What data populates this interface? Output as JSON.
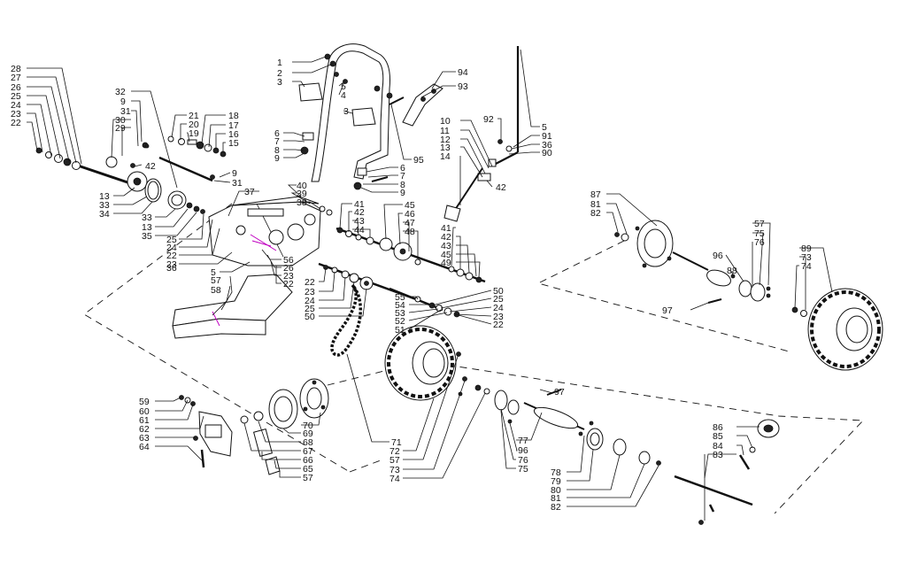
{
  "diagram": {
    "callouts": [
      {
        "id": "c28a",
        "t": "28"
      },
      {
        "id": "c27a",
        "t": "27"
      },
      {
        "id": "c26a",
        "t": "26"
      },
      {
        "id": "c25a",
        "t": "25"
      },
      {
        "id": "c24a",
        "t": "24"
      },
      {
        "id": "c23a",
        "t": "23"
      },
      {
        "id": "c22a",
        "t": "22"
      },
      {
        "id": "c32",
        "t": "32"
      },
      {
        "id": "c9a",
        "t": "9"
      },
      {
        "id": "c31a",
        "t": "31"
      },
      {
        "id": "c30",
        "t": "30"
      },
      {
        "id": "c29",
        "t": "29"
      },
      {
        "id": "c21",
        "t": "21"
      },
      {
        "id": "c20",
        "t": "20"
      },
      {
        "id": "c19",
        "t": "19"
      },
      {
        "id": "c18",
        "t": "18"
      },
      {
        "id": "c17",
        "t": "17"
      },
      {
        "id": "c16",
        "t": "16"
      },
      {
        "id": "c15",
        "t": "15"
      },
      {
        "id": "c42a",
        "t": "42"
      },
      {
        "id": "c13a",
        "t": "13"
      },
      {
        "id": "c33a",
        "t": "33"
      },
      {
        "id": "c34",
        "t": "34"
      },
      {
        "id": "c33b",
        "t": "33"
      },
      {
        "id": "c13b",
        "t": "13"
      },
      {
        "id": "c35",
        "t": "35"
      },
      {
        "id": "c25b",
        "t": "25"
      },
      {
        "id": "c24b",
        "t": "24"
      },
      {
        "id": "c22b",
        "t": "22"
      },
      {
        "id": "c23b",
        "t": "23"
      },
      {
        "id": "c36a",
        "t": "36"
      },
      {
        "id": "c9b",
        "t": "9"
      },
      {
        "id": "c31b",
        "t": "31"
      },
      {
        "id": "c37",
        "t": "37"
      },
      {
        "id": "c40",
        "t": "40"
      },
      {
        "id": "c39",
        "t": "39"
      },
      {
        "id": "c38",
        "t": "38"
      },
      {
        "id": "c5a",
        "t": "5"
      },
      {
        "id": "c56",
        "t": "56"
      },
      {
        "id": "c26b",
        "t": "26"
      },
      {
        "id": "c23c",
        "t": "23"
      },
      {
        "id": "c22c",
        "t": "22"
      },
      {
        "id": "c57a",
        "t": "57"
      },
      {
        "id": "c58",
        "t": "58"
      },
      {
        "id": "c1",
        "t": "1"
      },
      {
        "id": "c2",
        "t": "2"
      },
      {
        "id": "c3a",
        "t": "3"
      },
      {
        "id": "c5b",
        "t": "5"
      },
      {
        "id": "c4",
        "t": "4"
      },
      {
        "id": "c3b",
        "t": "3"
      },
      {
        "id": "c6a",
        "t": "6"
      },
      {
        "id": "c7a",
        "t": "7"
      },
      {
        "id": "c8a",
        "t": "8"
      },
      {
        "id": "c9c",
        "t": "9"
      },
      {
        "id": "c95",
        "t": "95"
      },
      {
        "id": "c6b",
        "t": "6"
      },
      {
        "id": "c7b",
        "t": "7"
      },
      {
        "id": "c8b",
        "t": "8"
      },
      {
        "id": "c9d",
        "t": "9"
      },
      {
        "id": "c94",
        "t": "94"
      },
      {
        "id": "c93",
        "t": "93"
      },
      {
        "id": "c10",
        "t": "10"
      },
      {
        "id": "c11",
        "t": "11"
      },
      {
        "id": "c12",
        "t": "12"
      },
      {
        "id": "c13c",
        "t": "13"
      },
      {
        "id": "c14",
        "t": "14"
      },
      {
        "id": "c92",
        "t": "92"
      },
      {
        "id": "c5c",
        "t": "5"
      },
      {
        "id": "c91",
        "t": "91"
      },
      {
        "id": "c36b",
        "t": "36"
      },
      {
        "id": "c90",
        "t": "90"
      },
      {
        "id": "c42b",
        "t": "42"
      },
      {
        "id": "c41a",
        "t": "41"
      },
      {
        "id": "c42c",
        "t": "42"
      },
      {
        "id": "c43a",
        "t": "43"
      },
      {
        "id": "c44",
        "t": "44"
      },
      {
        "id": "c45a",
        "t": "45"
      },
      {
        "id": "c46",
        "t": "46"
      },
      {
        "id": "c47",
        "t": "47"
      },
      {
        "id": "c48",
        "t": "48"
      },
      {
        "id": "c41b",
        "t": "41"
      },
      {
        "id": "c42d",
        "t": "42"
      },
      {
        "id": "c43b",
        "t": "43"
      },
      {
        "id": "c45b",
        "t": "45"
      },
      {
        "id": "c49",
        "t": "49"
      },
      {
        "id": "c22d",
        "t": "22"
      },
      {
        "id": "c23d",
        "t": "23"
      },
      {
        "id": "c24c",
        "t": "24"
      },
      {
        "id": "c25c",
        "t": "25"
      },
      {
        "id": "c50a",
        "t": "50"
      },
      {
        "id": "c55",
        "t": "55"
      },
      {
        "id": "c54",
        "t": "54"
      },
      {
        "id": "c53",
        "t": "53"
      },
      {
        "id": "c52",
        "t": "52"
      },
      {
        "id": "c51",
        "t": "51"
      },
      {
        "id": "c50b",
        "t": "50"
      },
      {
        "id": "c25d",
        "t": "25"
      },
      {
        "id": "c24d",
        "t": "24"
      },
      {
        "id": "c23e",
        "t": "23"
      },
      {
        "id": "c22e",
        "t": "22"
      },
      {
        "id": "c87",
        "t": "87"
      },
      {
        "id": "c81a",
        "t": "81"
      },
      {
        "id": "c82a",
        "t": "82"
      },
      {
        "id": "c57b",
        "t": "57"
      },
      {
        "id": "c75a",
        "t": "75"
      },
      {
        "id": "c76a",
        "t": "76"
      },
      {
        "id": "c96a",
        "t": "96"
      },
      {
        "id": "c88",
        "t": "88"
      },
      {
        "id": "c97a",
        "t": "97"
      },
      {
        "id": "c89",
        "t": "89"
      },
      {
        "id": "c73a",
        "t": "73"
      },
      {
        "id": "c74a",
        "t": "74"
      },
      {
        "id": "c59",
        "t": "59"
      },
      {
        "id": "c60",
        "t": "60"
      },
      {
        "id": "c61",
        "t": "61"
      },
      {
        "id": "c62",
        "t": "62"
      },
      {
        "id": "c63",
        "t": "63"
      },
      {
        "id": "c64",
        "t": "64"
      },
      {
        "id": "c70",
        "t": "70"
      },
      {
        "id": "c69",
        "t": "69"
      },
      {
        "id": "c68",
        "t": "68"
      },
      {
        "id": "c67",
        "t": "67"
      },
      {
        "id": "c66",
        "t": "66"
      },
      {
        "id": "c65",
        "t": "65"
      },
      {
        "id": "c57c",
        "t": "57"
      },
      {
        "id": "c71",
        "t": "71"
      },
      {
        "id": "c72",
        "t": "72"
      },
      {
        "id": "c57d",
        "t": "57"
      },
      {
        "id": "c73b",
        "t": "73"
      },
      {
        "id": "c74b",
        "t": "74"
      },
      {
        "id": "c97b",
        "t": "97"
      },
      {
        "id": "c77",
        "t": "77"
      },
      {
        "id": "c96b",
        "t": "96"
      },
      {
        "id": "c76b",
        "t": "76"
      },
      {
        "id": "c75b",
        "t": "75"
      },
      {
        "id": "c78",
        "t": "78"
      },
      {
        "id": "c79",
        "t": "79"
      },
      {
        "id": "c80",
        "t": "80"
      },
      {
        "id": "c81b",
        "t": "81"
      },
      {
        "id": "c82b",
        "t": "82"
      },
      {
        "id": "c86",
        "t": "86"
      },
      {
        "id": "c85",
        "t": "85"
      },
      {
        "id": "c84",
        "t": "84"
      },
      {
        "id": "c83",
        "t": "83"
      }
    ]
  }
}
